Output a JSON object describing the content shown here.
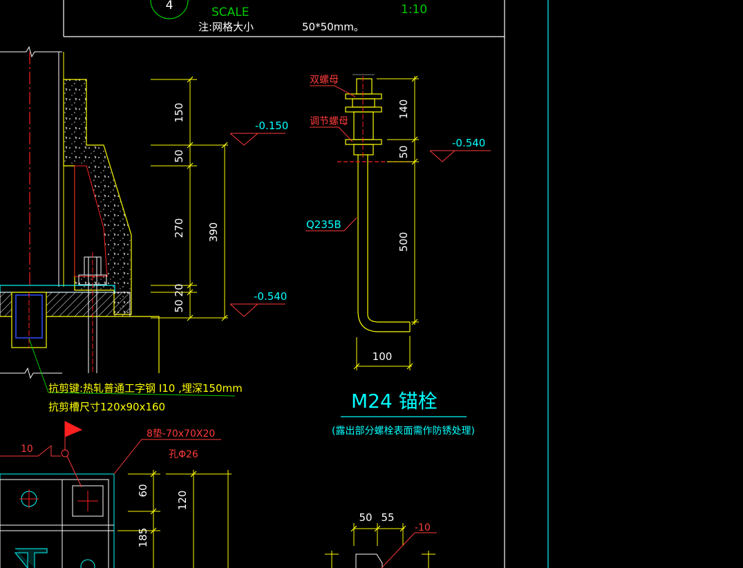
{
  "colors": {
    "background": "#000000",
    "frame": "#ffffff",
    "concrete": "#ffff00",
    "anchor": "#ffff00",
    "leader": "#ff3b3b",
    "elevation": "#00ffff",
    "centerline": "#ff2020",
    "scale_text": "#00cc00",
    "viewport_border": "#00ffff"
  },
  "title_block": {
    "circle_number": "4",
    "scale_label": "SCALE",
    "scale_value": "1:10",
    "grid_note": "注:网格大小",
    "grid_size": "50*50mm。"
  },
  "section_detail": {
    "dims": [
      "150",
      "50",
      "270",
      "20",
      "50",
      "390"
    ],
    "elev_top": "-0.150",
    "elev_bottom": "-0.540",
    "shear_key_note": "抗剪键:热轧普通工字钢 I10 ,埋深150mm",
    "shear_groove_note": "抗剪槽尺寸120x90x160"
  },
  "anchor_detail": {
    "double_nut_label": "双螺母",
    "adjust_nut_label": "调节螺母",
    "material_label": "Q235B",
    "dims": [
      "140",
      "50",
      "500",
      "100"
    ],
    "elevation": "-0.540",
    "title": "M24 锚栓",
    "subtitle": "(露出部分螺栓表面需作防锈处理)"
  },
  "plate_detail": {
    "weld_size": "10",
    "washer_label": "8垫-70x70X20",
    "hole_label": "孔Φ26",
    "dims": [
      "60",
      "120",
      "185"
    ]
  },
  "stiffener_detail": {
    "dims": [
      "50",
      "55"
    ],
    "thickness_label": "-10"
  }
}
